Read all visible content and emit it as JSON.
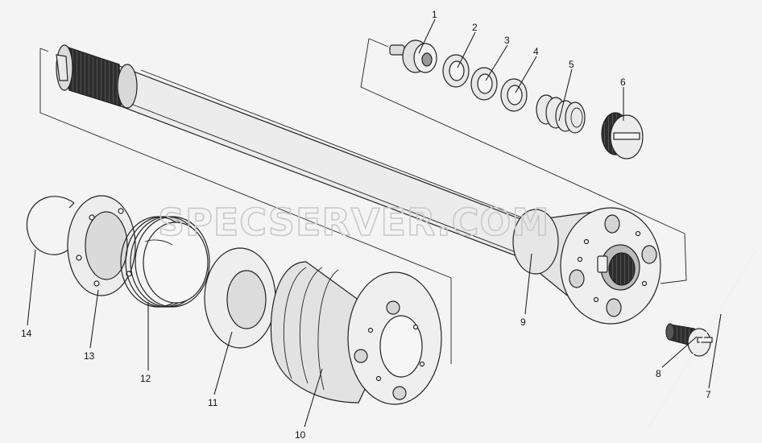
{
  "watermark": "SPECSERVER.COM",
  "colors": {
    "background": "#f4f4f4",
    "part_fill": "#ececec",
    "part_shade": "#cfcfcf",
    "dark": "#3a3a3a",
    "line": "#222222"
  },
  "callouts": [
    {
      "id": "1",
      "label": "1"
    },
    {
      "id": "2",
      "label": "2"
    },
    {
      "id": "3",
      "label": "3"
    },
    {
      "id": "4",
      "label": "4"
    },
    {
      "id": "5",
      "label": "5"
    },
    {
      "id": "6",
      "label": "6"
    },
    {
      "id": "7",
      "label": "7"
    },
    {
      "id": "8",
      "label": "8"
    },
    {
      "id": "9",
      "label": "9"
    },
    {
      "id": "10",
      "label": "10"
    },
    {
      "id": "11",
      "label": "11"
    },
    {
      "id": "12",
      "label": "12"
    },
    {
      "id": "13",
      "label": "13"
    },
    {
      "id": "14",
      "label": "14"
    }
  ]
}
